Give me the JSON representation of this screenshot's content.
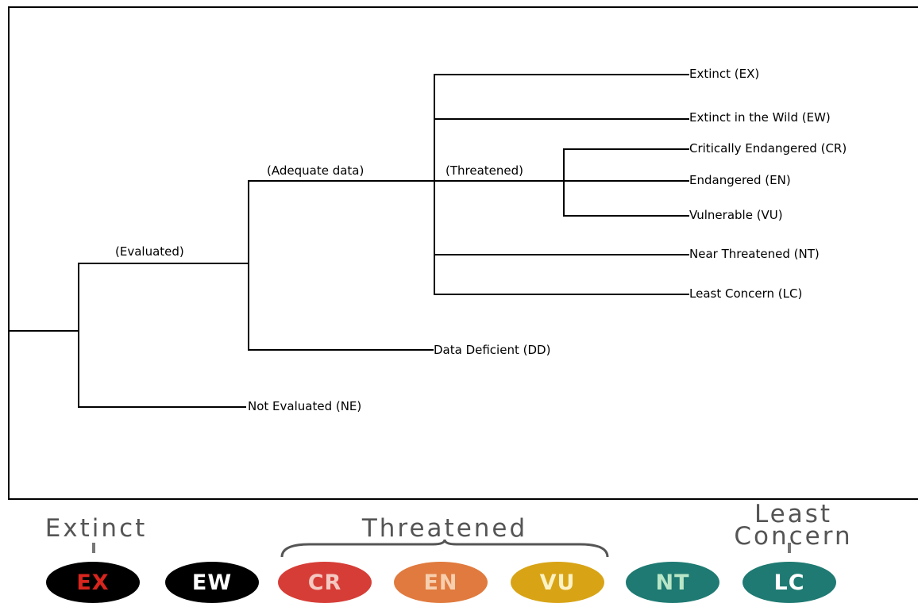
{
  "tree": {
    "groups": {
      "evaluated": "(Evaluated)",
      "adequate": "(Adequate data)",
      "threatened": "(Threatened)"
    },
    "leaves": {
      "ex": "Extinct (EX)",
      "ew": "Extinct in the Wild (EW)",
      "cr": "Critically Endangered (CR)",
      "en": "Endangered (EN)",
      "vu": "Vulnerable (VU)",
      "nt": "Near Threatened (NT)",
      "lc": "Least Concern (LC)",
      "dd": "Data Deficient (DD)",
      "ne": "Not Evaluated (NE)"
    }
  },
  "scale": {
    "titles": {
      "extinct": "Extinct",
      "threatened": "Threatened",
      "least_line1": "Least",
      "least_line2": "Concern"
    },
    "badges": [
      {
        "code": "EX",
        "bg": "#000000",
        "fg": "#d8251d"
      },
      {
        "code": "EW",
        "bg": "#000000",
        "fg": "#ffffff"
      },
      {
        "code": "CR",
        "bg": "#d63d36",
        "fg": "#f4c9c2"
      },
      {
        "code": "EN",
        "bg": "#e07a3e",
        "fg": "#f7cfae"
      },
      {
        "code": "VU",
        "bg": "#d8a416",
        "fg": "#fdf2c4"
      },
      {
        "code": "NT",
        "bg": "#1e7a72",
        "fg": "#b9e6c7"
      },
      {
        "code": "LC",
        "bg": "#1e7a72",
        "fg": "#ffffff"
      }
    ]
  },
  "colors": {
    "line": "#000000",
    "scale_title": "#555555",
    "tick": "#777777"
  }
}
